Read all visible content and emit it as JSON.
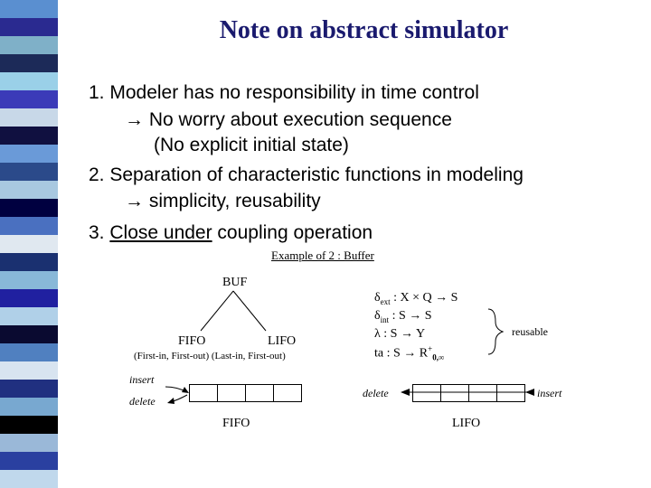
{
  "title": "Note on abstract simulator",
  "points": {
    "p1": "1. Modeler has no responsibility in time control",
    "p1a": "→ No worry about execution sequence",
    "p1b": "(No explicit initial state)",
    "p2": "2. Separation of characteristic functions in modeling",
    "p2a": "→ simplicity, reusability",
    "p3_prefix": "3. ",
    "p3_underlined": "Close under",
    "p3_suffix": " coupling operation"
  },
  "example": {
    "caption": "Example of 2 : Buffer",
    "tree_root": "BUF",
    "tree_left": "FIFO",
    "tree_right": "LIFO",
    "tree_note": "(First-in, First-out) (Last-in, First-out)",
    "funcs": {
      "ext_sym": "δ",
      "ext_sub": "ext",
      "ext_rest": " : X × Q → S",
      "int_sym": "δ",
      "int_sub": "int",
      "int_rest": " : S → S",
      "lambda": "λ  : S → Y",
      "ta_pre": "ta  : S → R",
      "ta_sup": "+",
      "ta_sub": "0,∞"
    },
    "reusable": "reusable",
    "fifo_insert": "insert",
    "fifo_delete": "delete",
    "fifo_label": "FIFO",
    "lifo_delete": "delete",
    "lifo_insert": "insert",
    "lifo_label": "LIFO"
  },
  "colors": {
    "title": "#1a1a6e",
    "stripe": [
      "#5a8fd0",
      "#2a2a90",
      "#7fb0c8",
      "#1c2a58",
      "#9ad0e8",
      "#3b3bb8",
      "#c8d8e8",
      "#101040",
      "#6a9ad8",
      "#2b4a8a",
      "#a8c8e0",
      "#000040",
      "#4a70c0",
      "#e0e8f0",
      "#1a3070",
      "#88b8d8",
      "#2020a0",
      "#b0d0e8",
      "#0a0a30",
      "#5080c0",
      "#d8e4f0",
      "#203080",
      "#78a8d0",
      "#000000",
      "#9ab8d8",
      "#2a40a0",
      "#c0d8ec"
    ]
  }
}
